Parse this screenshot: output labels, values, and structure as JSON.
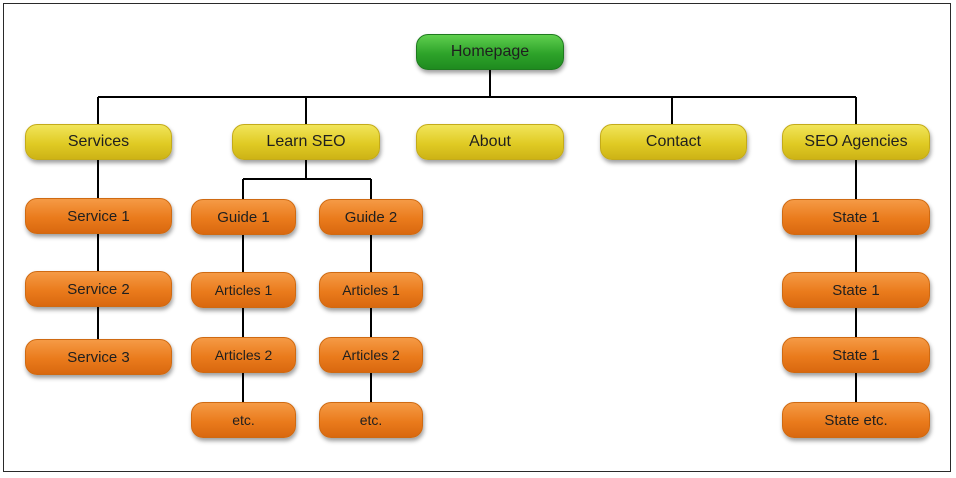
{
  "root": {
    "label": "Homepage",
    "color": "#2ea32a"
  },
  "level1_color": "#e0cb24",
  "level2_color": "#ea7b1c",
  "services": {
    "label": "Services",
    "children": [
      "Service 1",
      "Service 2",
      "Service 3"
    ]
  },
  "learn_seo": {
    "label": "Learn SEO",
    "guides": [
      {
        "label": "Guide 1",
        "children": [
          "Articles 1",
          "Articles 2",
          "etc."
        ]
      },
      {
        "label": "Guide 2",
        "children": [
          "Articles 1",
          "Articles 2",
          "etc."
        ]
      }
    ]
  },
  "about": {
    "label": "About"
  },
  "contact": {
    "label": "Contact"
  },
  "seo_agencies": {
    "label": "SEO Agencies",
    "children": [
      "State 1",
      "State 1",
      "State 1",
      "State etc."
    ]
  }
}
